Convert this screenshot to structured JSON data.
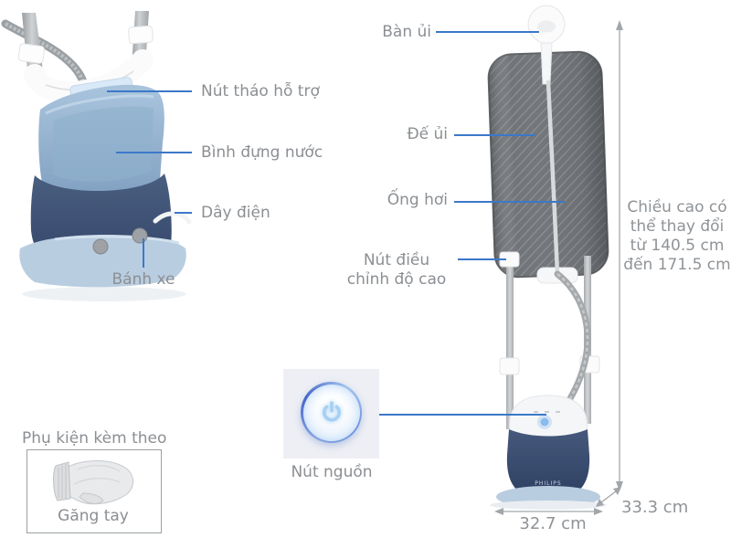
{
  "colors": {
    "callout_blue": "#3b78c9",
    "label_gray": "#8b8f93",
    "dimension_gray": "#9aa0a4",
    "tank_blue": "#7d9dbf",
    "base_navy": "#35486a",
    "base_plate_blue": "#b9cde0"
  },
  "left_unit": {
    "callouts": [
      {
        "label": "Nút tháo hỗ trợ"
      },
      {
        "label": "Bình đựng nước"
      },
      {
        "label": "Dây điện"
      },
      {
        "label": "Bánh xe"
      }
    ]
  },
  "right_unit": {
    "callouts": [
      {
        "label": "Bàn ủi"
      },
      {
        "label": "Đế ủi"
      },
      {
        "label": "Ống hơi"
      },
      {
        "label": "Nút điều chỉnh độ cao"
      }
    ],
    "brand": "PHILIPS"
  },
  "power_button": {
    "label": "Nút nguồn",
    "icon": "power-icon"
  },
  "dimensions": {
    "height_range": "Chiều cao có thể thay đổi từ 140.5 cm đến 171.5 cm",
    "base_width": "32.7 cm",
    "base_depth": "33.3 cm"
  },
  "accessories": {
    "title": "Phụ kiện kèm theo",
    "items": [
      {
        "label": "Găng tay"
      }
    ]
  }
}
